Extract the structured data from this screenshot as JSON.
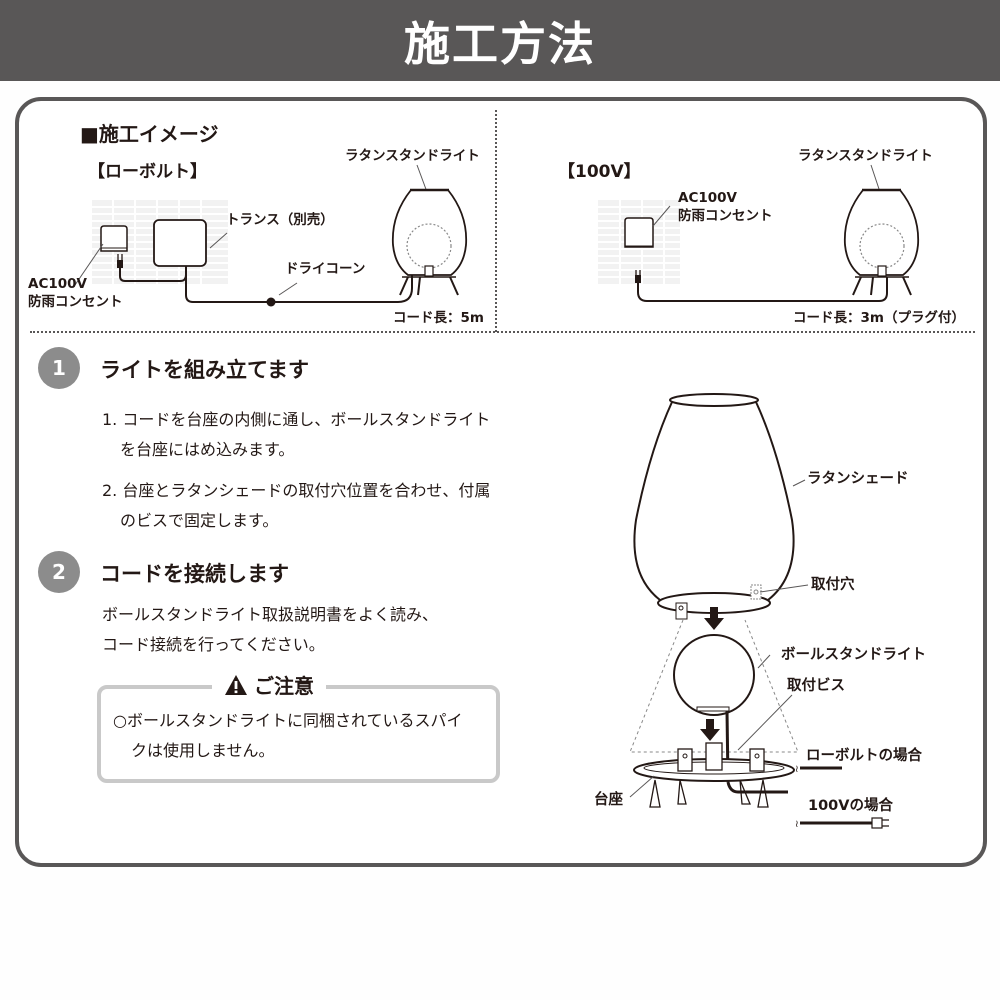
{
  "header": {
    "title": "施工方法",
    "background": "#595757"
  },
  "image_section": {
    "title": "■施工イメージ",
    "low_volt": {
      "label": "【ローボルト】",
      "outlet_label_line1": "AC100V",
      "outlet_label_line2": "防雨コンセント",
      "transformer_label": "トランス（別売）",
      "connector_label": "ドライコーン",
      "light_label": "ラタンスタンドライト",
      "cord_length": "コード長：5m"
    },
    "v100": {
      "label": "【100V】",
      "outlet_label_line1": "AC100V",
      "outlet_label_line2": "防雨コンセント",
      "light_label": "ラタンスタンドライト",
      "cord_length": "コード長：3m（プラグ付）"
    }
  },
  "steps": [
    {
      "number": "1",
      "title": "ライトを組み立てます",
      "items": [
        {
          "line1": "1. コードを台座の内側に通し、ボールスタンドライト",
          "line2": "を台座にはめ込みます。"
        },
        {
          "line1": "2. 台座とラタンシェードの取付穴位置を合わせ、付属",
          "line2": "のビスで固定します。"
        }
      ]
    },
    {
      "number": "2",
      "title": "コードを接続します",
      "line1": "ボールスタンドライト取扱説明書をよく読み、",
      "line2": "コード接続を行ってください。"
    }
  ],
  "caution": {
    "title": "ご注意",
    "icon": "warning-triangle-icon",
    "line1": "○ボールスタンドライトに同梱されているスパイ",
    "line2": "クは使用しません。"
  },
  "assembly_diagram": {
    "shade_label": "ラタンシェード",
    "hole_label": "取付穴",
    "ball_light_label": "ボールスタンドライト",
    "screw_label": "取付ビス",
    "low_volt_case": "ローボルトの場合",
    "v100_case": "100Vの場合",
    "base_label": "台座"
  }
}
